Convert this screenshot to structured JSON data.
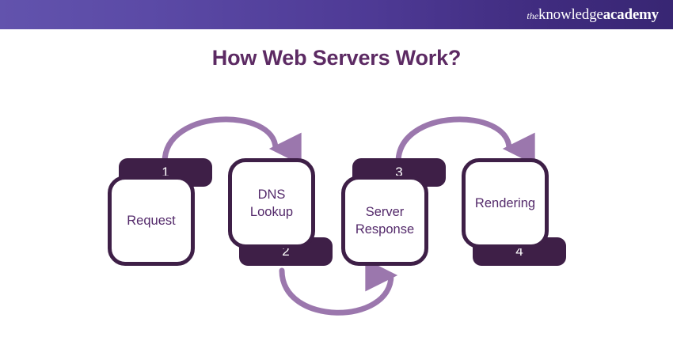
{
  "header": {
    "logo": {
      "part_the": "the",
      "part_knowledge": "knowledge",
      "part_academy": "academy"
    },
    "gradient_from": "#6253AD",
    "gradient_to": "#382673"
  },
  "title": "How Web Servers Work?",
  "colors": {
    "title": "#5C2A63",
    "node_border": "#3E1F47",
    "tab_fill": "#3E1F47",
    "tab_text": "#FFFFFF",
    "label_text": "#53296A",
    "arrow": "#9B77AD",
    "background": "#FFFFFF"
  },
  "diagram": {
    "type": "process-flow",
    "orientation": "horizontal-zigzag",
    "steps": [
      {
        "number": "1",
        "label": "Request",
        "tab_position": "top"
      },
      {
        "number": "2",
        "label": "DNS\nLookup",
        "tab_position": "bottom"
      },
      {
        "number": "3",
        "label": "Server\nResponse",
        "tab_position": "top"
      },
      {
        "number": "4",
        "label": "Rendering",
        "tab_position": "bottom"
      }
    ],
    "connectors": [
      {
        "from": "1",
        "to": "2",
        "shape": "arc-over-top",
        "direction": "right"
      },
      {
        "from": "2",
        "to": "3",
        "shape": "arc-under-bottom",
        "direction": "right"
      },
      {
        "from": "3",
        "to": "4",
        "shape": "arc-over-top",
        "direction": "right"
      }
    ]
  }
}
